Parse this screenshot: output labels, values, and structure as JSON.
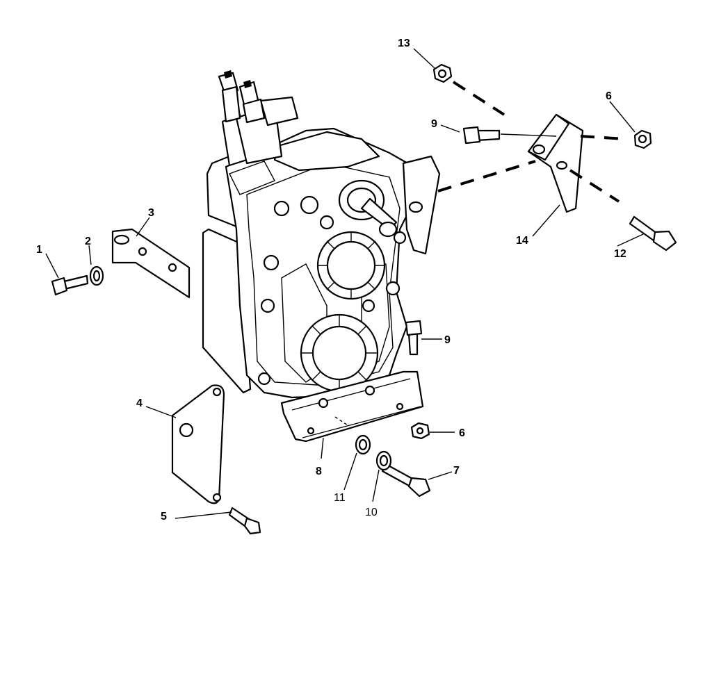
{
  "diagram": {
    "callouts": [
      {
        "id": "1",
        "label": "1"
      },
      {
        "id": "2",
        "label": "2"
      },
      {
        "id": "3",
        "label": "3"
      },
      {
        "id": "4",
        "label": "4"
      },
      {
        "id": "5",
        "label": "5"
      },
      {
        "id": "6a",
        "label": "6"
      },
      {
        "id": "6b",
        "label": "6"
      },
      {
        "id": "7",
        "label": "7"
      },
      {
        "id": "8",
        "label": "8"
      },
      {
        "id": "9a",
        "label": "9"
      },
      {
        "id": "9b",
        "label": "9"
      },
      {
        "id": "10",
        "label": "10"
      },
      {
        "id": "11",
        "label": "11"
      },
      {
        "id": "12",
        "label": "12"
      },
      {
        "id": "13",
        "label": "13"
      },
      {
        "id": "14",
        "label": "14"
      }
    ]
  }
}
